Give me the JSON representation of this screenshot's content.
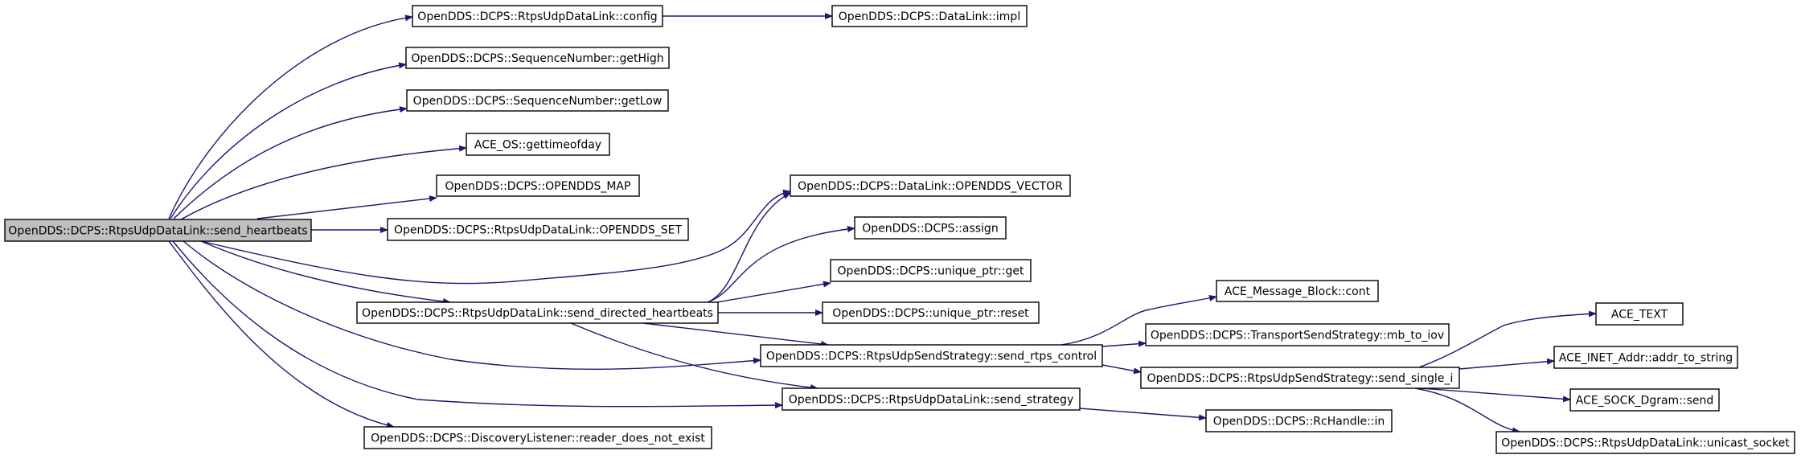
{
  "colors": {
    "edge": "#191970",
    "node_fill": "#ffffff",
    "root_fill": "#bfbfbf",
    "border": "#000000"
  },
  "nodes": [
    {
      "id": "root",
      "label": "OpenDDS::DCPS::RtpsUdpDataLink::send_heartbeats",
      "root": true
    },
    {
      "id": "config",
      "label": "OpenDDS::DCPS::RtpsUdpDataLink::config"
    },
    {
      "id": "impl",
      "label": "OpenDDS::DCPS::DataLink::impl"
    },
    {
      "id": "getHigh",
      "label": "OpenDDS::DCPS::SequenceNumber::getHigh"
    },
    {
      "id": "getLow",
      "label": "OpenDDS::DCPS::SequenceNumber::getLow"
    },
    {
      "id": "gettimeofday",
      "label": "ACE_OS::gettimeofday"
    },
    {
      "id": "opendds_map",
      "label": "OpenDDS::DCPS::OPENDDS_MAP"
    },
    {
      "id": "opendds_set",
      "label": "OpenDDS::DCPS::RtpsUdpDataLink::OPENDDS_SET"
    },
    {
      "id": "opendds_vector",
      "label": "OpenDDS::DCPS::DataLink::OPENDDS_VECTOR"
    },
    {
      "id": "assign",
      "label": "OpenDDS::DCPS::assign"
    },
    {
      "id": "uptr_get",
      "label": "OpenDDS::DCPS::unique_ptr::get"
    },
    {
      "id": "send_directed",
      "label": "OpenDDS::DCPS::RtpsUdpDataLink::send_directed_heartbeats"
    },
    {
      "id": "uptr_reset",
      "label": "OpenDDS::DCPS::unique_ptr::reset"
    },
    {
      "id": "msg_cont",
      "label": "ACE_Message_Block::cont"
    },
    {
      "id": "mb_to_iov",
      "label": "OpenDDS::DCPS::TransportSendStrategy::mb_to_iov"
    },
    {
      "id": "send_rtps_control",
      "label": "OpenDDS::DCPS::RtpsUdpSendStrategy::send_rtps_control"
    },
    {
      "id": "send_single_i",
      "label": "OpenDDS::DCPS::RtpsUdpSendStrategy::send_single_i"
    },
    {
      "id": "send_strategy",
      "label": "OpenDDS::DCPS::RtpsUdpDataLink::send_strategy"
    },
    {
      "id": "rchandle_in",
      "label": "OpenDDS::DCPS::RcHandle::in"
    },
    {
      "id": "reader_dne",
      "label": "OpenDDS::DCPS::DiscoveryListener::reader_does_not_exist"
    },
    {
      "id": "ace_text",
      "label": "ACE_TEXT"
    },
    {
      "id": "addr_to_string",
      "label": "ACE_INET_Addr::addr_to_string"
    },
    {
      "id": "dgram_send",
      "label": "ACE_SOCK_Dgram::send"
    },
    {
      "id": "unicast_socket",
      "label": "OpenDDS::DCPS::RtpsUdpDataLink::unicast_socket"
    }
  ],
  "edges": [
    [
      "root",
      "config"
    ],
    [
      "config",
      "impl"
    ],
    [
      "root",
      "getHigh"
    ],
    [
      "root",
      "getLow"
    ],
    [
      "root",
      "gettimeofday"
    ],
    [
      "root",
      "opendds_map"
    ],
    [
      "root",
      "opendds_set"
    ],
    [
      "root",
      "opendds_vector"
    ],
    [
      "root",
      "send_directed"
    ],
    [
      "root",
      "send_rtps_control"
    ],
    [
      "root",
      "send_strategy"
    ],
    [
      "root",
      "reader_dne"
    ],
    [
      "send_directed",
      "opendds_vector"
    ],
    [
      "send_directed",
      "assign"
    ],
    [
      "send_directed",
      "uptr_get"
    ],
    [
      "send_directed",
      "uptr_reset"
    ],
    [
      "send_directed",
      "send_rtps_control"
    ],
    [
      "send_directed",
      "send_strategy"
    ],
    [
      "send_rtps_control",
      "msg_cont"
    ],
    [
      "send_rtps_control",
      "mb_to_iov"
    ],
    [
      "send_rtps_control",
      "send_single_i"
    ],
    [
      "send_single_i",
      "ace_text"
    ],
    [
      "send_single_i",
      "addr_to_string"
    ],
    [
      "send_single_i",
      "dgram_send"
    ],
    [
      "send_single_i",
      "unicast_socket"
    ],
    [
      "send_strategy",
      "rchandle_in"
    ]
  ]
}
